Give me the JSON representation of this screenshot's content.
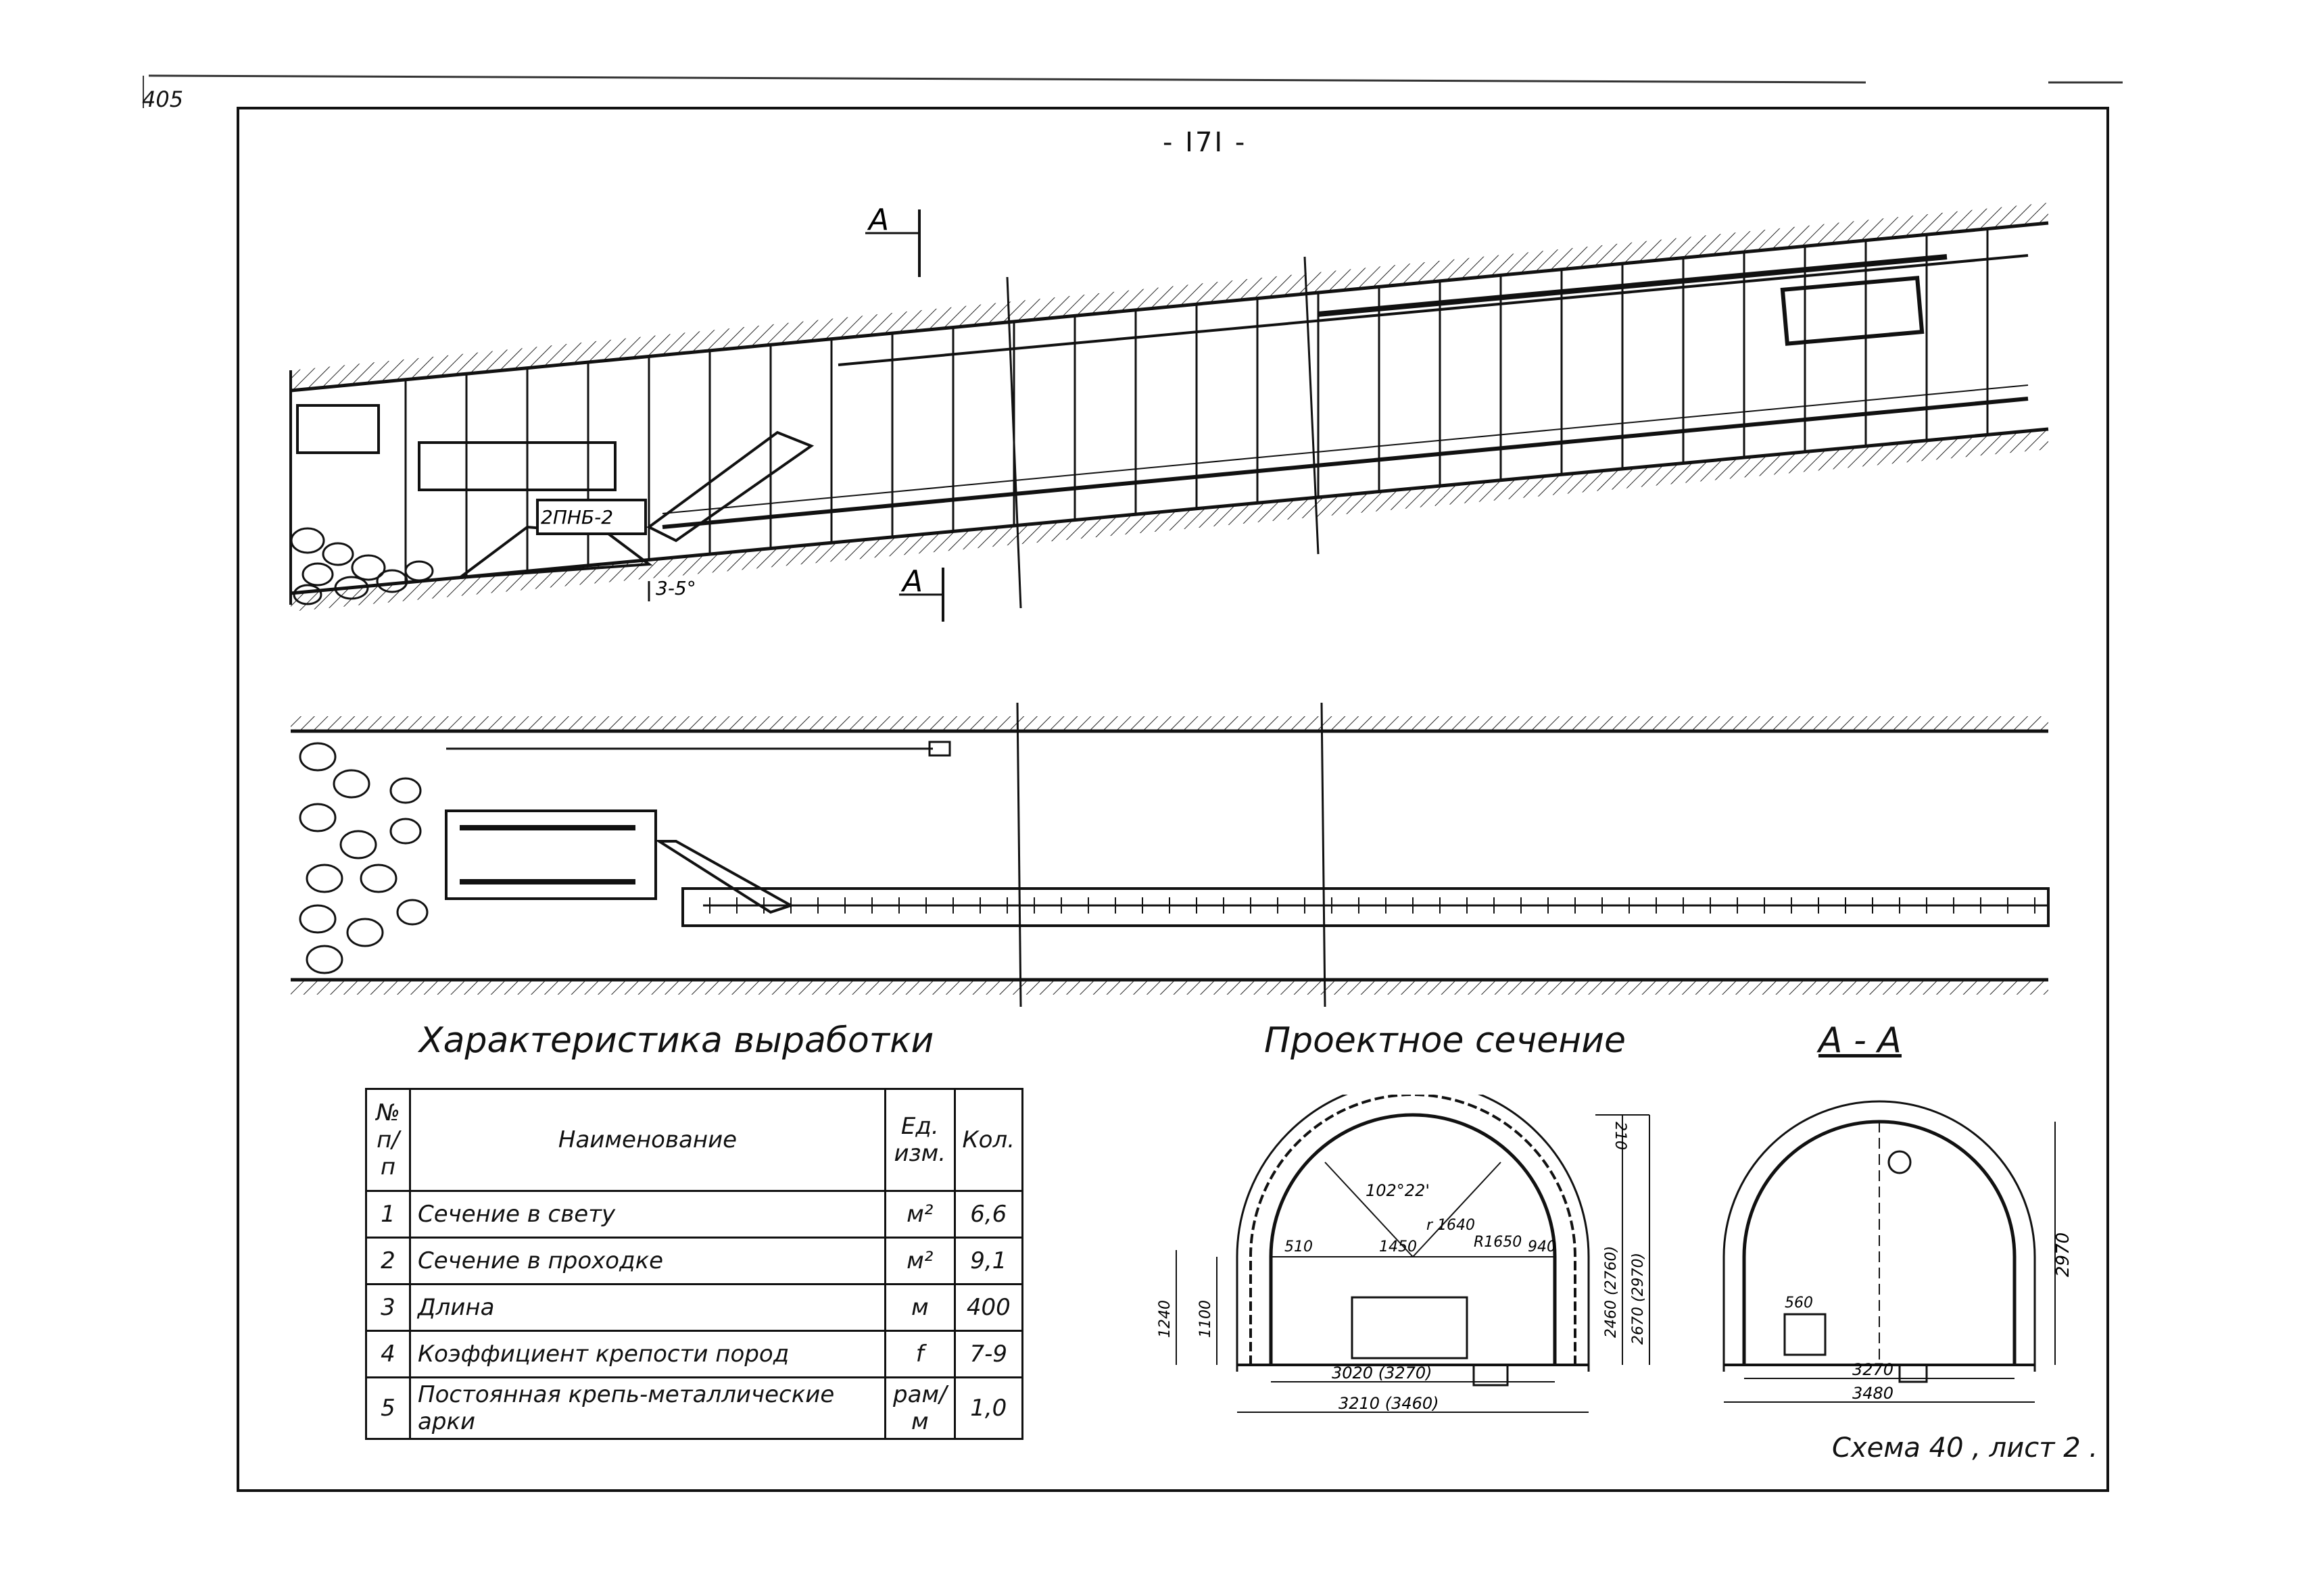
{
  "page_number": "405",
  "sheet_number": "- I7I -",
  "longitudinal_section": {
    "machine_label": "2ПНБ-2",
    "slope_label": "3-5°",
    "section_mark": "А"
  },
  "spec_table": {
    "title": "Характеристика выработки",
    "headers": {
      "no": "№ п/п",
      "name": "Наименование",
      "unit": "Ед. изм.",
      "qty": "Кол."
    },
    "rows": [
      {
        "no": "1",
        "name": "Сечение в свету",
        "unit": "м²",
        "qty": "6,6"
      },
      {
        "no": "2",
        "name": "Сечение в проходке",
        "unit": "м²",
        "qty": "9,1"
      },
      {
        "no": "3",
        "name": "Длина",
        "unit": "м",
        "qty": "400"
      },
      {
        "no": "4",
        "name": "Коэффициент крепости пород",
        "unit": "f",
        "qty": "7-9"
      },
      {
        "no": "5",
        "name": "Постоянная крепь-металлические арки",
        "unit": "рам/м",
        "qty": "1,0"
      }
    ]
  },
  "design_section": {
    "title": "Проектное сечение",
    "dims": {
      "angle": "102°22'",
      "r1": "r 1640",
      "r2": "R1650",
      "d510": "510",
      "d1450": "1450",
      "d940": "940",
      "h210": "210",
      "h2460": "2460 (2760)",
      "h2670": "2670 (2970)",
      "h1240": "1240",
      "h1100": "1100",
      "w3020": "3020 (3270)",
      "w3210": "3210 (3460)"
    }
  },
  "section_aa": {
    "title": "А - А",
    "dims": {
      "h2970": "2970",
      "d560": "560",
      "w3270": "3270",
      "w3480": "3480"
    }
  },
  "footer": "Схема 40 , лист 2 ."
}
